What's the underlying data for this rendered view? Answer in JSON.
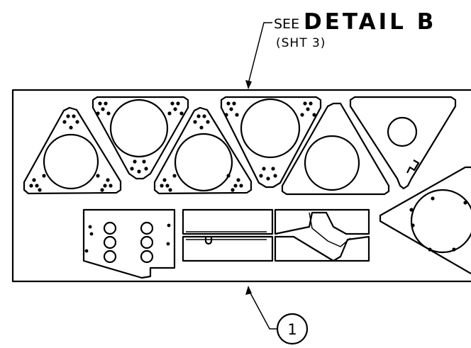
{
  "callout": {
    "see": "SEE",
    "detail": "DETAIL B",
    "sheet": "(SHT 3)"
  },
  "item_balloon": {
    "number": "1"
  },
  "colors": {
    "line": "#000000",
    "background": "#ffffff"
  }
}
